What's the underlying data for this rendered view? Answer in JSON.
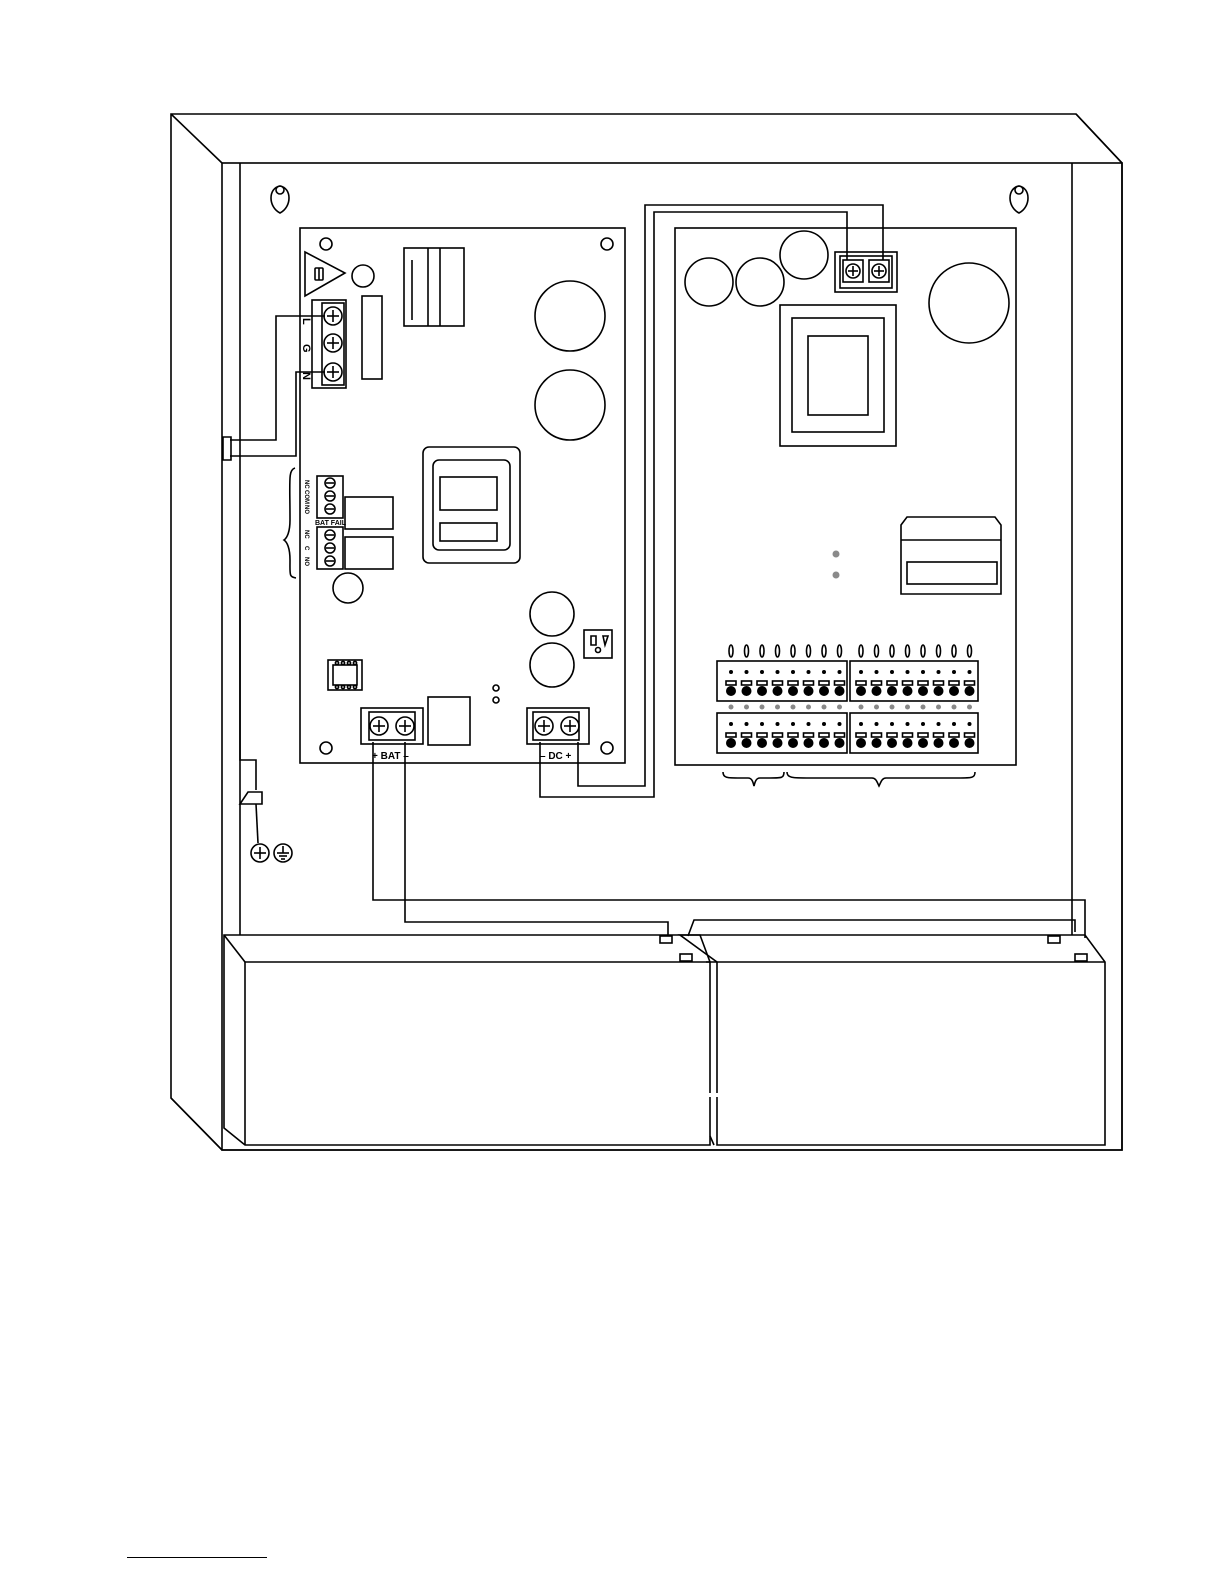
{
  "labels": {
    "line": "L",
    "ground": "G",
    "neutral": "N",
    "relay_top": [
      "NC",
      "COM",
      "NO"
    ],
    "relay_bottom": [
      "NC",
      "C",
      "NO"
    ],
    "bat_fail": "BAT FAIL",
    "bat_terminal": "+ BAT –",
    "dc_terminal": "– DC +"
  },
  "icons": {
    "fuse_warning": "fuse-warning-triangle-icon",
    "earth_ground": "earth-ground-icon",
    "screw": "screw-terminal-icon",
    "keyhole": "keyhole-mount-icon"
  },
  "colors": {
    "line": "#000000",
    "led": "#8a8a8a",
    "background": "#ffffff"
  }
}
